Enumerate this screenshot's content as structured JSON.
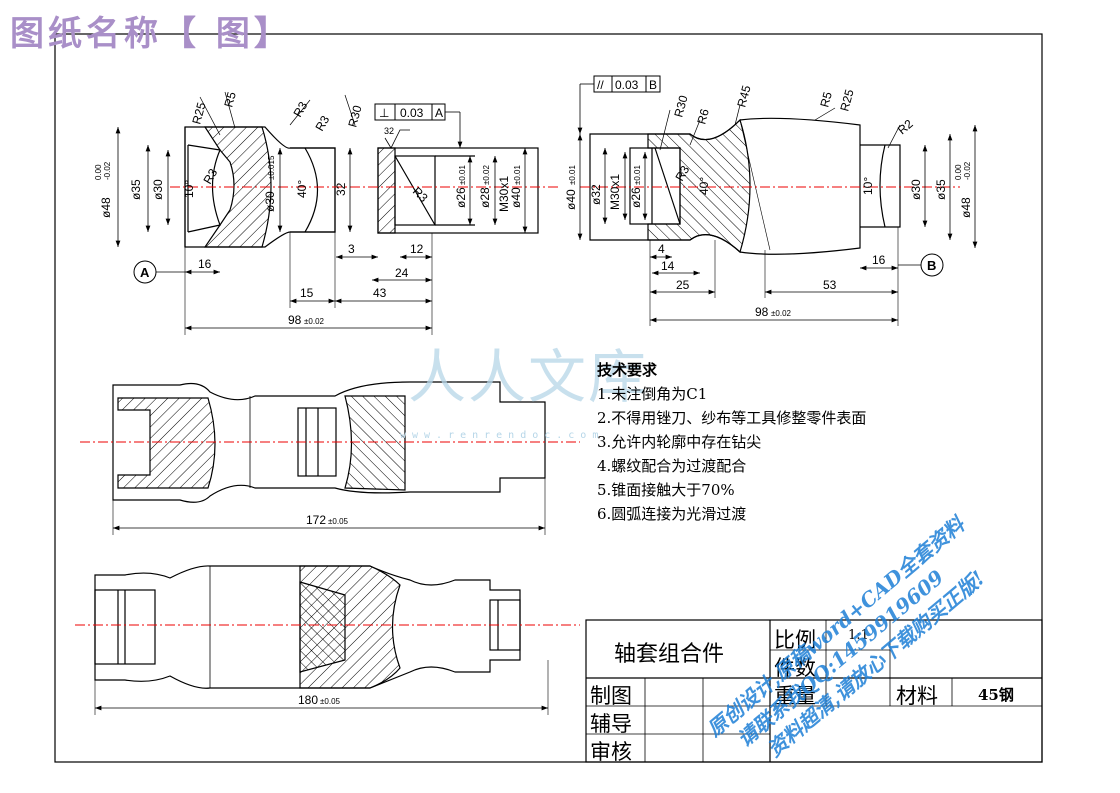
{
  "header": {
    "title": "图纸名称【 图】"
  },
  "watermark": {
    "site": "人人文库",
    "url": "www.renrendoc.com"
  },
  "tech": {
    "title": "技术要求",
    "items": [
      "1.未注倒角为C1",
      "2.不得用锉刀、纱布等工具修整零件表面",
      "3.允许内轮廓中存在钻尖",
      "4.螺纹配合为过渡配合",
      "5.锥面接触大于70%",
      "6.圆弧连接为光滑过渡"
    ]
  },
  "stamp": {
    "lines": [
      "原创设计,原稿word+CAD全套资料",
      "请联系我QQ:1459919609",
      "资料超清,请放心下载购买正版!"
    ]
  },
  "titleblock": {
    "name": "轴套组合件",
    "scale_label": "比例",
    "scale_value": "1:1",
    "qty_label": "件数",
    "draw_label": "制图",
    "weight_label": "重量",
    "material_label": "材料",
    "material_value": "45钢",
    "guide_label": "辅导",
    "check_label": "审核"
  },
  "left_part": {
    "label_a": "A",
    "dims": {
      "d48": "ø48",
      "d48tol_up": "0.00",
      "d48tol_dn": "-0.02",
      "d35": "ø35",
      "d30": "ø30",
      "ang10": "10°",
      "r25": "R25",
      "r5": "R5",
      "r3a": "R3",
      "r3b": "R3",
      "r3c": "R3",
      "r30": "R30",
      "d30b": "ø30",
      "d30b_tol": "±0.015",
      "ang40": "40°",
      "n32": "32",
      "d26": "ø26",
      "d26tol": "±0.01",
      "d28": "ø28",
      "d28tol": "±0.02",
      "m30": "M30x1",
      "d40": "ø40",
      "d40tol": "±0.01",
      "rough": "32",
      "perp_sym": "⊥",
      "perp_val": "0.03",
      "perp_ref": "A",
      "l16": "16",
      "l3": "3",
      "l12": "12",
      "l24": "24",
      "l15": "15",
      "l43": "43",
      "l98": "98",
      "l98tol": "±0.02"
    }
  },
  "right_part": {
    "label_b": "B",
    "dims": {
      "par_sym": "//",
      "par_val": "0.03",
      "par_ref": "B",
      "r30": "R30",
      "r6": "R6",
      "r45": "R45",
      "r5": "R5",
      "r25": "R25",
      "r2": "R2",
      "d40": "ø40",
      "d40tol": "±0.01",
      "d32": "ø32",
      "m30": "M30x1",
      "d26": "ø26",
      "d26tol": "±0.01",
      "r3": "R3",
      "ang40": "40°",
      "ang10": "10°",
      "d30": "ø30",
      "d35": "ø35",
      "d48": "ø48",
      "d48tol_up": "0.00",
      "d48tol_dn": "-0.02",
      "l4": "4",
      "l14": "14",
      "l25": "25",
      "l53": "53",
      "l16": "16",
      "l98": "98",
      "l98tol": "±0.02"
    }
  },
  "assembly1": {
    "len": "172",
    "tol": "±0.05"
  },
  "assembly2": {
    "len": "180",
    "tol": "±0.05"
  }
}
